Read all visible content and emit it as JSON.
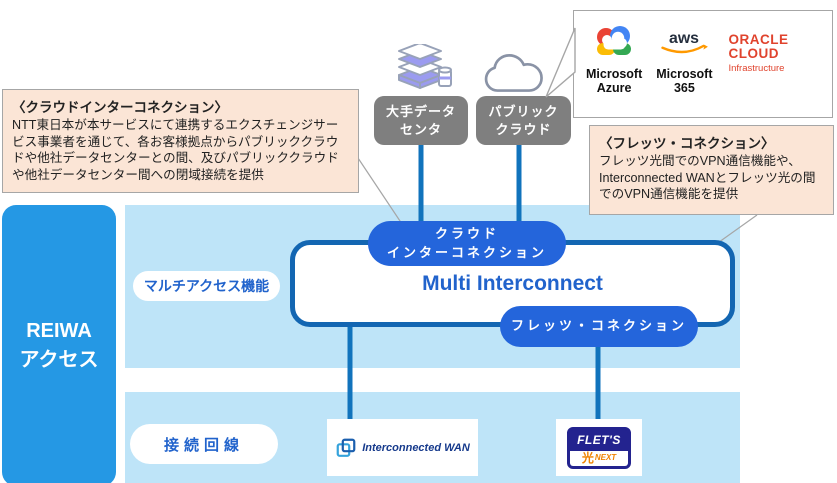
{
  "colors": {
    "sidebar_blue": "#2598E4",
    "panel_blue": "#BEE4F8",
    "pill_blue": "#2465DB",
    "connector_blue": "#1173BC",
    "multi_border_blue": "#1366B2",
    "text_blue": "#2163CC",
    "node_gray": "#7F7F7F",
    "callout_bg": "#FBE5D6",
    "callout_border": "#A6A6A6",
    "oracle_red": "#E0432D",
    "aws_orange": "#FF9900",
    "flets_navy": "#23238F",
    "flets_orange": "#F08300"
  },
  "sidebar": {
    "label": "REIWA\nアクセス"
  },
  "callouts": {
    "cloud": {
      "title": "〈クラウドインターコネクション〉",
      "body": "NTT東日本が本サービスにて連携するエクスチェンジサービス事業者を通じて、各お客様拠点からパブリッククラウドや他社データセンターとの間、及びパブリッククラウドや他社データセンター間への閉域接続を提供"
    },
    "flets": {
      "title": "〈フレッツ・コネクション〉",
      "body": "フレッツ光間でのVPN通信機能や、Interconnected WANとフレッツ光の間でのVPN通信機能を提供"
    }
  },
  "providers": {
    "google_cloud_icon": "google-cloud-logo",
    "aws_label": "aws",
    "oracle_line1": "ORACLE",
    "oracle_line2": "CLOUD",
    "oracle_line3": "Infrastructure",
    "azure_label": "Microsoft\nAzure",
    "m365_label": "Microsoft\n365"
  },
  "nodes": {
    "datacenter_label": "大手データ\nセンタ",
    "public_cloud_label": "パブリック\nクラウド"
  },
  "diagram": {
    "multi_interconnect": "Multi Interconnect",
    "cloud_interconnection": "クラウド\nインターコネクション",
    "flets_connection": "フレッツ・コネクション",
    "multi_access_label": "マルチアクセス機能",
    "access_line_label": "接続回線"
  },
  "logos": {
    "interconnected_wan": "Interconnected WAN",
    "flets": "FLET'S",
    "flets_hikari": "光",
    "flets_next": "NEXT"
  }
}
